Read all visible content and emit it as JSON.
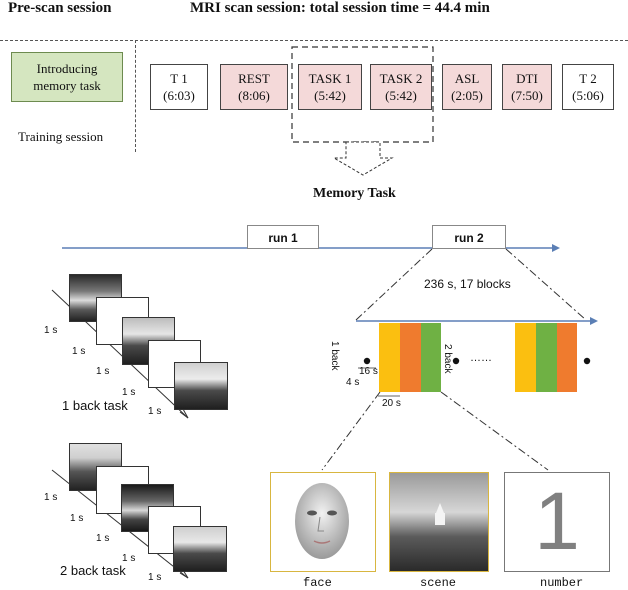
{
  "headers": {
    "prescan": "Pre-scan session",
    "mri": "MRI scan session: total session time = 44.4 min"
  },
  "training": {
    "box_text_line1": "Introducing",
    "box_text_line2": "memory task",
    "label": "Training session"
  },
  "sessions": [
    {
      "name": "T 1",
      "time": "(6:03)",
      "color": "white"
    },
    {
      "name": "REST",
      "time": "(8:06)",
      "color": "pink"
    },
    {
      "name": "TASK 1",
      "time": "(5:42)",
      "color": "pink"
    },
    {
      "name": "TASK 2",
      "time": "(5:42)",
      "color": "pink"
    },
    {
      "name": "ASL",
      "time": "(2:05)",
      "color": "pink"
    },
    {
      "name": "DTI",
      "time": "(7:50)",
      "color": "pink"
    },
    {
      "name": "T 2",
      "time": "(5:06)",
      "color": "white"
    }
  ],
  "memory_task": {
    "title": "Memory Task",
    "run1": "run 1",
    "run2": "run 2",
    "block_summary": "236 s, 17 blocks",
    "label_1back": "1 back",
    "label_2back": "2 back",
    "dur_16s": "16 s",
    "dur_4s": "4 s",
    "dur_20s": "20 s",
    "ellipsis": "……"
  },
  "one_back": {
    "label": "1 back task",
    "timings": [
      "1 s",
      "1 s",
      "1 s",
      "1 s",
      "1 s"
    ]
  },
  "two_back": {
    "label": "2 back task",
    "timings": [
      "1 s",
      "1 s",
      "1 s",
      "1 s",
      "1 s"
    ]
  },
  "stimuli": {
    "face": "face",
    "scene": "scene",
    "number": "number",
    "number_digit": "1"
  },
  "colors": {
    "pink": "#f4d9d9",
    "training_green": "#d5e6c0",
    "yellow": "#fbbf10",
    "orange": "#ef7b2e",
    "green": "#6fb144",
    "arrow_blue": "#5b7fb5"
  }
}
